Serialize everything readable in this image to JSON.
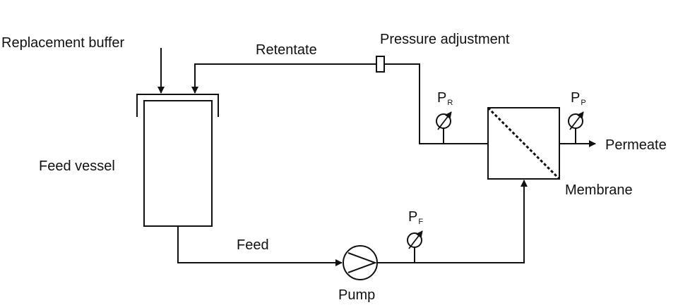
{
  "labels": {
    "replacement_buffer": "Replacement buffer",
    "retentate": "Retentate",
    "pressure_adjustment": "Pressure adjustment",
    "feed_vessel": "Feed vessel",
    "feed": "Feed",
    "pump": "Pump",
    "membrane": "Membrane",
    "permeate": "Permeate"
  },
  "gauges": {
    "retentate": {
      "symbol": "P",
      "subscript": "R"
    },
    "permeate": {
      "symbol": "P",
      "subscript": "P"
    },
    "feed": {
      "symbol": "P",
      "subscript": "F"
    }
  },
  "colors": {
    "line": "#111111",
    "background": "#ffffff"
  },
  "icons": [
    "pressure-gauge-icon",
    "pump-icon",
    "valve-icon",
    "membrane-icon",
    "arrow-icon"
  ]
}
